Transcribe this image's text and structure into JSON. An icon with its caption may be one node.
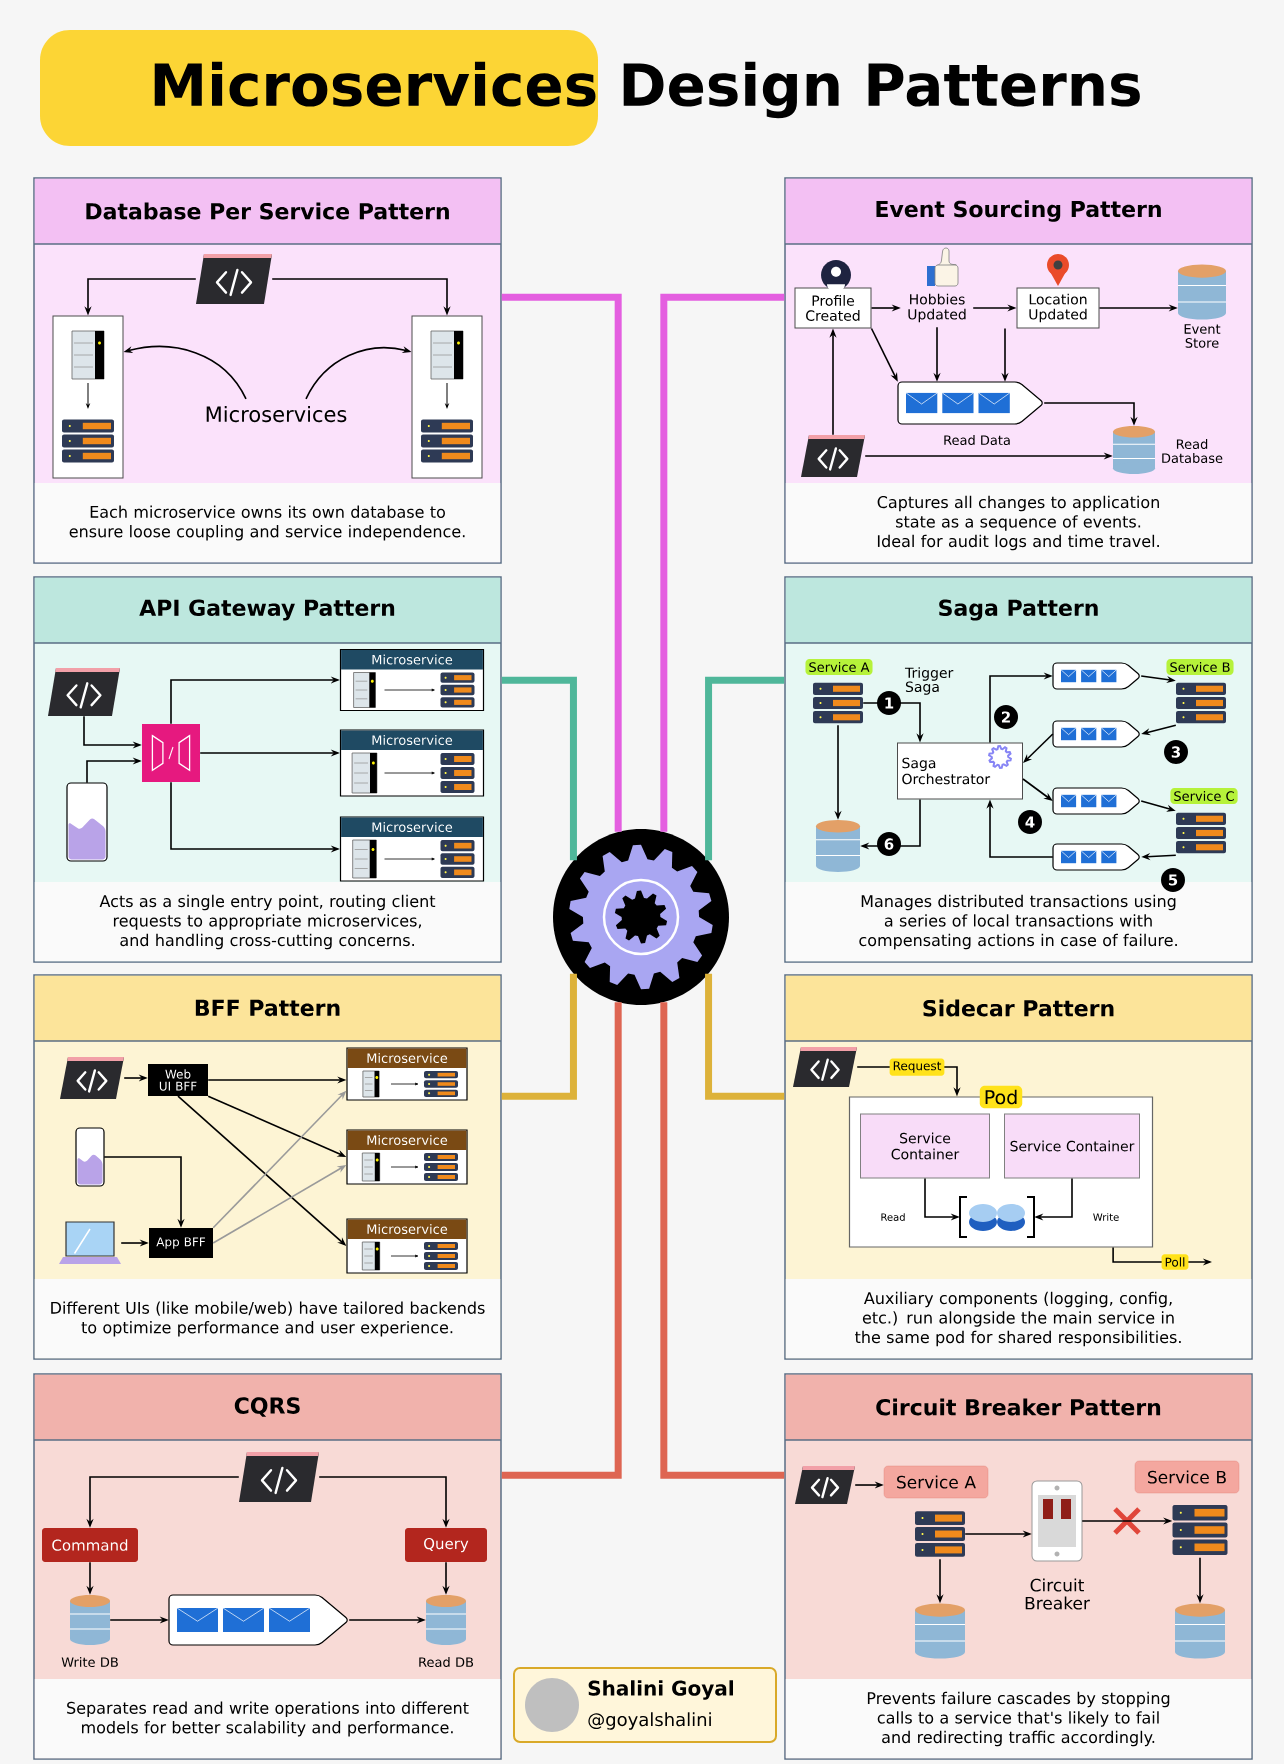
{
  "diagram": {
    "title": "Microservices Design Patterns",
    "nodes": [
      {
        "text": [
          "Database Per Service Pattern",
          "Each microservice owns its own database to ensure loose coupling and service independence."
        ]
      },
      {
        "text": [],
        "shape": "picture",
        "in": 0
      },
      {
        "text": [],
        "shape": "box",
        "in": 0
      },
      {
        "text": [],
        "shape": "box",
        "in": 0
      },
      {
        "text": [
          "Microservices"
        ],
        "in": 0
      },
      {
        "text": [
          "Event Sourcing Pattern",
          "Captures all changes to application state as a sequence of events. Ideal for audit logs and time travel."
        ]
      },
      {
        "text": [
          "Profile Created"
        ],
        "in": 5
      },
      {
        "text": [
          "Hobbies Updated"
        ],
        "in": 5
      },
      {
        "text": [
          "Location Updated"
        ],
        "in": 5
      },
      {
        "text": [],
        "shape": "cylinder",
        "beside": [
          "Event Store"
        ],
        "in": 5
      },
      {
        "text": [],
        "shape": "picture",
        "in": 5
      },
      {
        "text": [],
        "shape": "cylinder",
        "beside": [
          "Read Database"
        ],
        "in": 5
      },
      {
        "text": [],
        "shape": "picture",
        "in": 5
      },
      {
        "text": [
          "API Gateway Pattern",
          "Acts as a single entry point, routing client requests to appropriate microservices, and handling cross-cutting concerns."
        ]
      },
      {
        "text": [],
        "shape": "picture",
        "in": 13
      },
      {
        "text": [],
        "shape": "picture",
        "in": 13
      },
      {
        "text": [],
        "shape": "picture",
        "in": 13
      },
      {
        "text": [
          "Microservice"
        ],
        "in": 13
      },
      {
        "text": [
          "Microservice"
        ],
        "in": 13
      },
      {
        "text": [
          "Microservice"
        ],
        "in": 13
      },
      {
        "text": [
          "Saga Pattern",
          "Manages distributed transactions using a series of local transactions with compensating actions in case of failure."
        ]
      },
      {
        "text": [],
        "shape": "picture",
        "beside": [
          "Service A"
        ],
        "in": 20
      },
      {
        "text": [
          "Saga Orchestrator"
        ],
        "in": 20
      },
      {
        "text": [],
        "shape": "picture",
        "in": 20
      },
      {
        "text": [],
        "shape": "picture",
        "in": 20
      },
      {
        "text": [],
        "shape": "picture",
        "in": 20
      },
      {
        "text": [],
        "shape": "picture",
        "in": 20
      },
      {
        "text": [],
        "shape": "picture",
        "beside": [
          "Service B"
        ],
        "in": 20
      },
      {
        "text": [],
        "shape": "picture",
        "beside": [
          "Service C"
        ],
        "in": 20
      },
      {
        "text": [],
        "shape": "cylinder",
        "in": 20
      },
      {
        "text": [
          "BFF Pattern",
          "Different UIs (like mobile/web) have tailored backends to optimize performance and user experience."
        ]
      },
      {
        "text": [],
        "shape": "picture",
        "in": 30
      },
      {
        "text": [
          "Web UI BFF"
        ],
        "in": 30
      },
      {
        "text": [],
        "shape": "picture",
        "in": 30
      },
      {
        "text": [],
        "shape": "picture",
        "in": 30
      },
      {
        "text": [
          "App BFF"
        ],
        "in": 30
      },
      {
        "text": [
          "Microservice"
        ],
        "in": 30
      },
      {
        "text": [
          "Microservice"
        ],
        "in": 30
      },
      {
        "text": [
          "Microservice"
        ],
        "in": 30
      },
      {
        "text": [
          "Sidecar Pattern",
          "Auxiliary components (logging, config, etc.) run alongside the main service in the same pod for shared responsibilities."
        ]
      },
      {
        "text": [],
        "shape": "picture",
        "in": 39
      },
      {
        "text": [
          "Pod"
        ],
        "in": 39
      },
      {
        "text": [
          "Service Container"
        ],
        "in": 41
      },
      {
        "text": [
          "Service Container"
        ],
        "in": 41
      },
      {
        "text": [],
        "shape": "picture",
        "in": 41
      },
      {
        "text": [
          "CQRS",
          "Separates read and write operations into different models for better scalability and performance."
        ]
      },
      {
        "text": [],
        "shape": "picture",
        "in": 45
      },
      {
        "text": [
          "Command"
        ],
        "in": 45
      },
      {
        "text": [
          "Query"
        ],
        "in": 45
      },
      {
        "text": [],
        "shape": "cylinder",
        "beside": [
          "Write DB"
        ],
        "in": 45
      },
      {
        "text": [],
        "shape": "picture",
        "in": 45
      },
      {
        "text": [],
        "shape": "cylinder",
        "beside": [
          "Read DB"
        ],
        "in": 45
      },
      {
        "text": [
          "Circuit Breaker Pattern",
          "Prevents failure cascades by stopping calls to a service that's likely to fail and redirecting traffic accordingly."
        ]
      },
      {
        "text": [],
        "shape": "picture",
        "in": 52
      },
      {
        "text": [
          "Service A"
        ],
        "in": 52
      },
      {
        "text": [],
        "shape": "picture",
        "in": 52
      },
      {
        "text": [],
        "shape": "picture",
        "beside": [
          "Circuit Breaker"
        ],
        "in": 52
      },
      {
        "text": [
          "Service B"
        ],
        "in": 52
      },
      {
        "text": [],
        "shape": "picture",
        "in": 52
      },
      {
        "text": [],
        "shape": "cylinder",
        "in": 52
      },
      {
        "text": [],
        "shape": "cylinder",
        "in": 52
      },
      {
        "text": [],
        "shape": "picture"
      },
      {
        "text": [
          "Shalini Goyal",
          "@goyalshalini"
        ]
      }
    ],
    "edges": [
      {
        "from": 1,
        "to": 2,
        "arrow": "to"
      },
      {
        "from": 1,
        "to": 3,
        "arrow": "to"
      },
      {
        "from": 4,
        "to": 2,
        "arrow": "to"
      },
      {
        "from": 4,
        "to": 3,
        "arrow": "to"
      },
      {
        "from": 6,
        "to": 7,
        "arrow": "to"
      },
      {
        "from": 7,
        "to": 8,
        "arrow": "to"
      },
      {
        "from": 8,
        "to": 9,
        "arrow": "to"
      },
      {
        "from": 6,
        "to": 10,
        "arrow": "to"
      },
      {
        "from": 7,
        "to": 10,
        "arrow": "to"
      },
      {
        "from": 8,
        "to": 10,
        "arrow": "to"
      },
      {
        "from": 10,
        "to": 11,
        "arrow": "to"
      },
      {
        "from": 12,
        "to": 6,
        "arrow": "to"
      },
      {
        "from": 12,
        "to": 11,
        "arrow": "to",
        "label": "Read Data"
      },
      {
        "from": 14,
        "to": 16,
        "arrow": "to"
      },
      {
        "from": 15,
        "to": 16,
        "arrow": "to"
      },
      {
        "from": 16,
        "to": 17,
        "arrow": "to"
      },
      {
        "from": 16,
        "to": 18,
        "arrow": "to"
      },
      {
        "from": 16,
        "to": 19,
        "arrow": "to"
      },
      {
        "from": 21,
        "to": 22,
        "arrow": "to",
        "label": "1"
      },
      {
        "from": 22,
        "to": 23,
        "arrow": "to",
        "label": "2"
      },
      {
        "from": 23,
        "to": 27,
        "arrow": "to"
      },
      {
        "from": 27,
        "to": 24,
        "arrow": "to",
        "label": "3"
      },
      {
        "from": 24,
        "to": 22,
        "arrow": "to"
      },
      {
        "from": 22,
        "to": 25,
        "arrow": "to",
        "label": "4"
      },
      {
        "from": 25,
        "to": 28,
        "arrow": "to"
      },
      {
        "from": 28,
        "to": 26,
        "arrow": "to",
        "label": "5"
      },
      {
        "from": 26,
        "to": 22,
        "arrow": "to"
      },
      {
        "from": 22,
        "to": 29,
        "arrow": "to",
        "label": "6"
      },
      {
        "from": 21,
        "to": 29,
        "arrow": "to"
      },
      {
        "from": 31,
        "to": 32,
        "arrow": "to"
      },
      {
        "from": 33,
        "to": 35,
        "arrow": "to"
      },
      {
        "from": 34,
        "to": 35,
        "arrow": "to"
      },
      {
        "from": 32,
        "to": 36,
        "arrow": "to"
      },
      {
        "from": 32,
        "to": 37,
        "arrow": "to"
      },
      {
        "from": 32,
        "to": 38,
        "arrow": "to"
      },
      {
        "from": 35,
        "to": 36,
        "arrow": "to",
        "color": "#9a9a9a"
      },
      {
        "from": 35,
        "to": 37,
        "arrow": "to",
        "color": "#9a9a9a"
      },
      {
        "from": 40,
        "to": 41,
        "arrow": "to",
        "label": "Request"
      },
      {
        "from": 42,
        "to": 44,
        "arrow": "to",
        "label": "Read"
      },
      {
        "from": 43,
        "to": 44,
        "arrow": "to",
        "label": "Write"
      },
      {
        "from": 41,
        "to": null,
        "arrow": "to",
        "label": "Poll"
      },
      {
        "from": 46,
        "to": 47,
        "arrow": "to"
      },
      {
        "from": 46,
        "to": 48,
        "arrow": "to"
      },
      {
        "from": 47,
        "to": 49,
        "arrow": "to"
      },
      {
        "from": 49,
        "to": 50,
        "arrow": "to"
      },
      {
        "from": 50,
        "to": 51,
        "arrow": "to"
      },
      {
        "from": 48,
        "to": 51,
        "arrow": "to"
      },
      {
        "from": 53,
        "to": 54,
        "arrow": "to"
      },
      {
        "from": 55,
        "to": 56,
        "arrow": "to"
      },
      {
        "from": 56,
        "to": 58,
        "arrow": "to"
      },
      {
        "from": 55,
        "to": 59,
        "arrow": "to"
      },
      {
        "from": 58,
        "to": 60,
        "arrow": "to"
      },
      {
        "from": 61,
        "to": 0,
        "arrow": "none",
        "style": "thick",
        "color": "#e45fe0"
      },
      {
        "from": 61,
        "to": 5,
        "arrow": "none",
        "style": "thick",
        "color": "#e45fe0"
      },
      {
        "from": 61,
        "to": 13,
        "arrow": "none",
        "style": "thick",
        "color": "#4fb79a"
      },
      {
        "from": 61,
        "to": 20,
        "arrow": "none",
        "style": "thick",
        "color": "#4fb79a"
      },
      {
        "from": 61,
        "to": 30,
        "arrow": "none",
        "style": "thick",
        "color": "#ddb23a"
      },
      {
        "from": 61,
        "to": 39,
        "arrow": "none",
        "style": "thick",
        "color": "#ddb23a"
      },
      {
        "from": 61,
        "to": 45,
        "arrow": "none",
        "style": "thick",
        "color": "#de6552"
      },
      {
        "from": 61,
        "to": 52,
        "arrow": "none",
        "style": "thick",
        "color": "#de6552"
      }
    ],
    "labels": [
      "Trigger Saga"
    ]
  }
}
